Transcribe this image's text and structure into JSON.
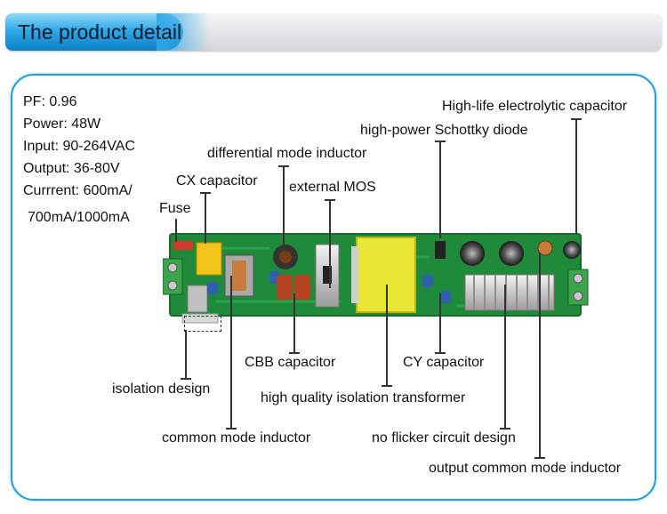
{
  "header": {
    "title": "The product detail"
  },
  "specs": {
    "pf": "PF: 0.96",
    "power": "Power: 48W",
    "input": "Input: 90-264VAC",
    "output": "Output: 36-80V",
    "current_line1": "Currrent: 600mA/",
    "current_line2": "700mA/1000mA"
  },
  "labels": {
    "electrolytic": "High-life electrolytic capacitor",
    "schottky": "high-power Schottky diode",
    "diff_inductor": "differential mode inductor",
    "cx_capacitor": "CX capacitor",
    "external_mos": "external MOS",
    "fuse": "Fuse",
    "cbb_capacitor": "CBB capacitor",
    "cy_capacitor": "CY capacitor",
    "isolation_design": "isolation design",
    "isolation_transformer": "high quality isolation transformer",
    "common_mode_inductor": "common mode inductor",
    "no_flicker": "no flicker circuit design",
    "output_common_mode_inductor": "output common mode inductor"
  },
  "colors": {
    "accent": "#1e9ee0",
    "board_green": "#1f8a3a",
    "transformer_yellow": "#e9e635"
  }
}
